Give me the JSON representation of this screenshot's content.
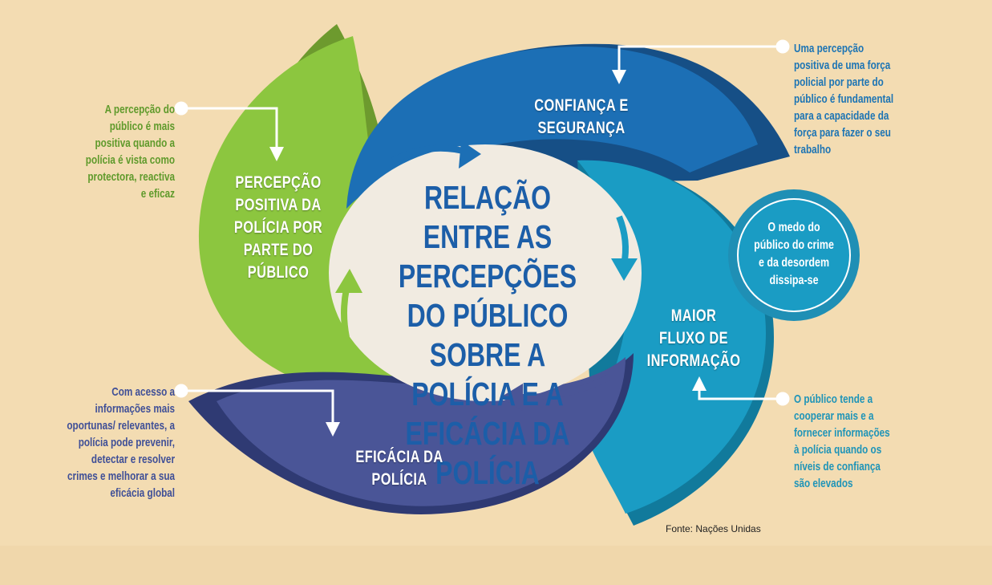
{
  "title": "RELAÇÃO ENTRE AS PERCEPÇÕES DO PÚBLICO SOBRE A POLÍCIA E A EFICÁCIA DA POLÍCIA",
  "segments": {
    "percepcao": {
      "label": "PERCEPÇÃO POSITIVA DA POLÍCIA POR PARTE DO PÚBLICO",
      "note": "A percepção do público é mais positiva quando a polícia é vista como protectora, reactiva e eficaz",
      "color": "#8cc63f"
    },
    "confianca": {
      "label": "CONFIANÇA E SEGURANÇA",
      "note": "Uma percepção positiva de uma força policial por parte do público é fundamental para a capacidade da força para fazer o seu trabalho",
      "color": "#1c6fb5"
    },
    "informacao": {
      "label": "MAIOR FLUXO DE INFORMAÇÃO",
      "note": "O público tende a cooperar mais e a fornecer informações à polícia quando os níveis de confiança são elevados",
      "circle_text": "O medo do público do crime e da desordem dissipa-se",
      "color": "#1a9cc4"
    },
    "eficacia": {
      "label": "EFICÁCIA DA POLÍCIA",
      "note": "Com acesso a informações mais oportunas/ relevantes, a polícia pode prevenir, detectar e resolver crimes e melhorar a sua eficácia global",
      "color": "#4a5597"
    }
  },
  "source": "Fonte: Nações Unidas",
  "colors": {
    "background": "#f3dcb2",
    "center": "#f1ebe1",
    "title": "#1c5ea8"
  }
}
